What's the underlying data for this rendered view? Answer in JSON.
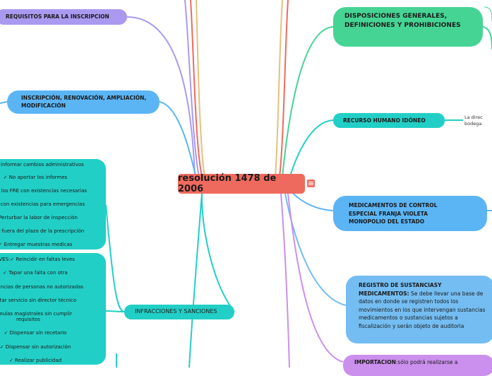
{
  "center": {
    "label": "resolución 1478 de 2006"
  },
  "left": {
    "requisitos": "REQUISITOS PARA LA INSCRIPCION",
    "inscripcion": "INSCRIPCIÓN, RENOVACIÓN, AMPLIACIÓN, MODIFICACIÓN",
    "leves_items": [
      "✓ No informar cambios administrativos",
      "✓ No aportar los informes",
      "contar los FRE con existencias necesarias",
      "ontar con existencias para emergencias",
      "✓ Perturbar la labor de inspección",
      "ensar fuera del plazo de la prescripción",
      "✓ Entregar muestras medicas"
    ],
    "graves_items": [
      "AVES:✓ Reincidir en faltas leves",
      "✓ Tapar una falta con otra",
      "sustancias de personas no autorizadas",
      "estar servicio sin director técnico",
      "ar formulas magistrales sin cumplir requisitos",
      "✓ Dispensar sin recetario",
      "✓ Dispensar sin autorización",
      "✓ Realizar publicidad"
    ],
    "infracciones": "INFRACCIONES Y SANCIONES"
  },
  "right": {
    "disposiciones": "DISPOSICIONES GENERALES, DEFINICIONES Y PROHIBICIONES",
    "recurso": "RECURSO HUMANO IDÓNEO",
    "recurso_note": "La direc bodega",
    "medicamentos": "MEDICAMENTOS DE CONTROL ESPECIAL FRANJA VIOLETA MONOPOLIO DEL ESTADO",
    "registro_title": "REGISTRO DE SUSTANCIASY MEDICAMENTOS:",
    "registro_body": " Se debe llevar una base de datos en donde se registren todos los movimientos en los que intervengan sustancias medicamentos o sustancias sujetos a fiscalización y serán objeto de auditoria",
    "importacion_title": "IMPORTACION",
    "importacion_body": ":sólo podrá realizarse a"
  },
  "colors": {
    "center": "#ef6a5e",
    "requisitos": "#a99af0",
    "inscripcion": "#5bb5f5",
    "infracciones": "#22cfc6",
    "disposiciones": "#45d494",
    "recurso": "#22cfc6",
    "medicamentos": "#5bb5f5",
    "registro": "#74bdf2",
    "importacion": "#cb8fed"
  }
}
